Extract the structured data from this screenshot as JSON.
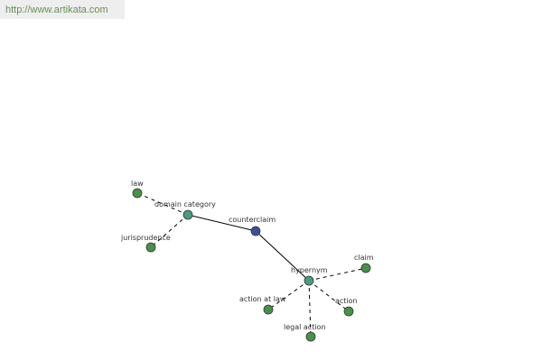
{
  "source_url": "http://www.artikata.com",
  "colors": {
    "center": "#3b4f98",
    "relation": "#4a9a86",
    "leaf": "#4a8f4a",
    "banner_text": "#6b8e5a"
  },
  "graph": {
    "center": {
      "id": "counterclaim",
      "label": "counterclaim"
    },
    "relations": [
      {
        "id": "domain-category",
        "label": "domain category"
      },
      {
        "id": "hypernym",
        "label": "hypernym"
      }
    ],
    "leaves": [
      {
        "id": "law",
        "label": "law",
        "relation": "domain-category"
      },
      {
        "id": "jurisprudence",
        "label": "jurisprudence",
        "relation": "domain-category"
      },
      {
        "id": "claim",
        "label": "claim",
        "relation": "hypernym"
      },
      {
        "id": "action-at-law",
        "label": "action at law",
        "relation": "hypernym"
      },
      {
        "id": "action",
        "label": "action",
        "relation": "hypernym"
      },
      {
        "id": "legal-action",
        "label": "legal action",
        "relation": "hypernym"
      }
    ]
  }
}
